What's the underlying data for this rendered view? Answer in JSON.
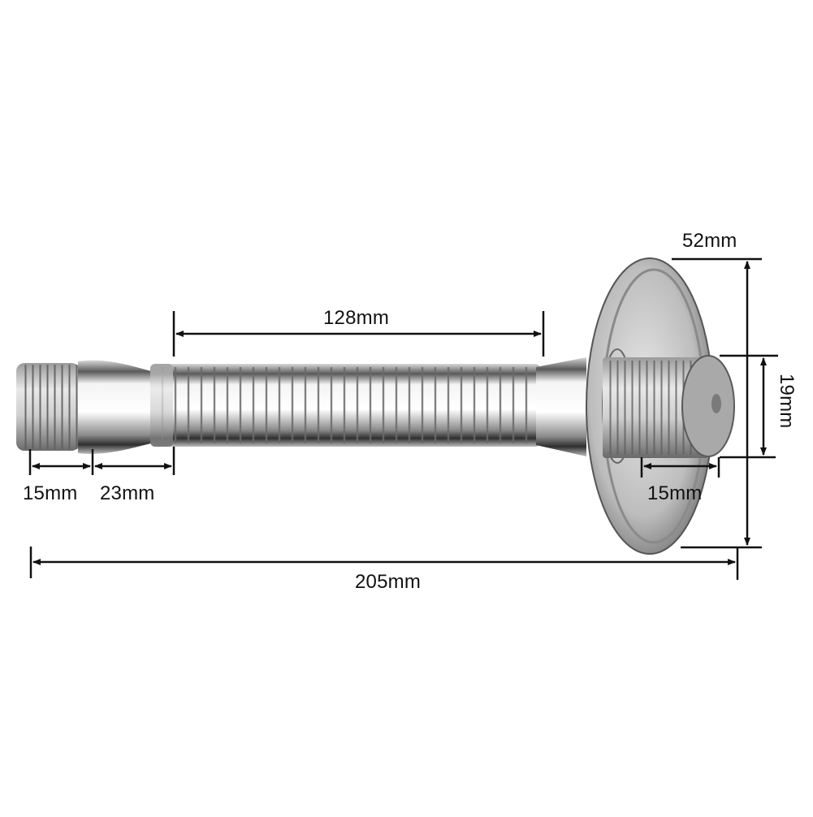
{
  "diagram": {
    "subject": "Flexible shower arm extension with wall flange",
    "colors": {
      "background": "#ffffff",
      "dimension_line": "#111111",
      "metal_dark": "#3a3a3a",
      "metal_mid": "#9a9a9a",
      "metal_light": "#f0f0f0"
    },
    "dimensions": {
      "flange_diameter": "52mm",
      "flexible_section": "128mm",
      "outlet_thread_diameter": "19mm",
      "outlet_thread_length": "15mm",
      "inlet_thread_length": "15mm",
      "inlet_collar_length": "23mm",
      "overall_length": "205mm"
    }
  }
}
